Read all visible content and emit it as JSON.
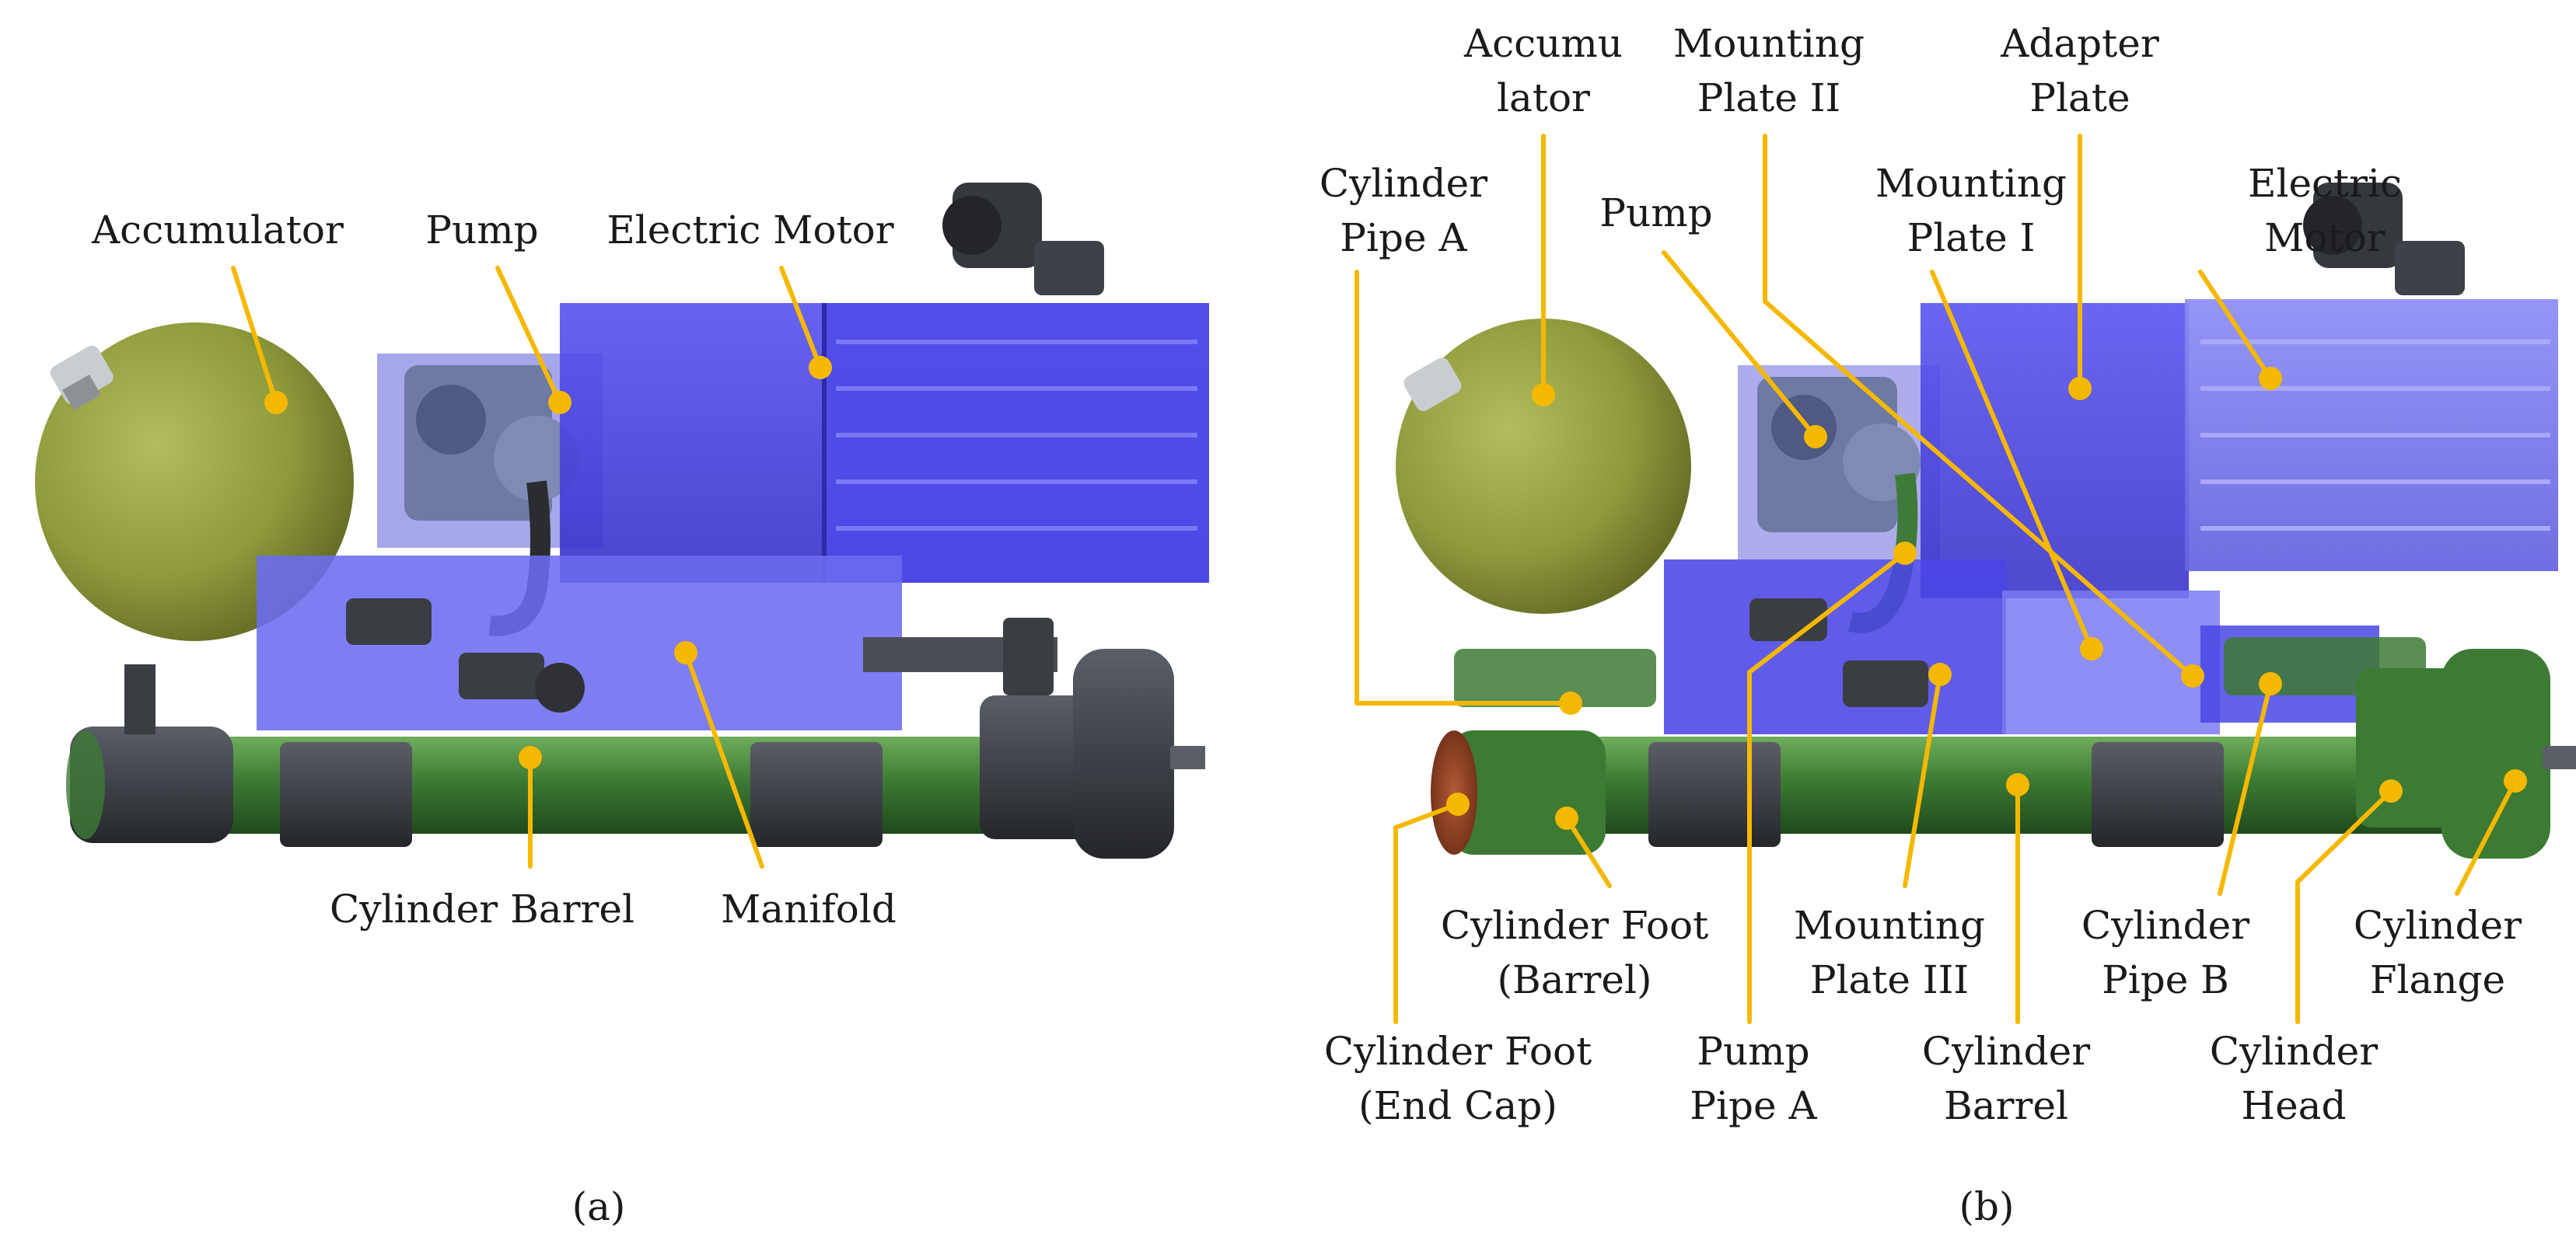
{
  "panel_a": {
    "caption": "(a)",
    "labels": {
      "accumulator": "Accumulator",
      "pump": "Pump",
      "electric_motor": "Electric Motor",
      "cylinder_barrel": "Cylinder Barrel",
      "manifold": "Manifold"
    }
  },
  "panel_b": {
    "caption": "(b)",
    "labels": {
      "accumulator": [
        "Accumu",
        "lator"
      ],
      "mounting_plate_2": [
        "Mounting",
        "Plate II"
      ],
      "adapter_plate": [
        "Adapter",
        "Plate"
      ],
      "cylinder_pipe_a": [
        "Cylinder",
        "Pipe A"
      ],
      "pump": [
        "Pump"
      ],
      "mounting_plate_1": [
        "Mounting",
        "Plate I"
      ],
      "electric_motor": [
        "Electric",
        "Motor"
      ],
      "cylinder_foot_barrel": [
        "Cylinder Foot",
        "(Barrel)"
      ],
      "mounting_plate_3": [
        "Mounting",
        "Plate III"
      ],
      "cylinder_pipe_b": [
        "Cylinder",
        "Pipe B"
      ],
      "cylinder_flange": [
        "Cylinder",
        "Flange"
      ],
      "cylinder_foot_end_cap": [
        "Cylinder Foot",
        "(End Cap)"
      ],
      "pump_pipe_a": [
        "Pump",
        "Pipe A"
      ],
      "cylinder_barrel": [
        "Cylinder",
        "Barrel"
      ],
      "cylinder_head": [
        "Cylinder",
        "Head"
      ]
    }
  },
  "colors": {
    "accumulator": "#8f9a3c",
    "motor_blue": "#4b46e6",
    "manifold_blue": "#6c6cf0",
    "barrel_green": "#3d7a34",
    "pump_gray": "#6d7aa3",
    "dark_metal": "#3a3d42",
    "end_cap": "#8a3d22",
    "leader": "#f5b800"
  }
}
